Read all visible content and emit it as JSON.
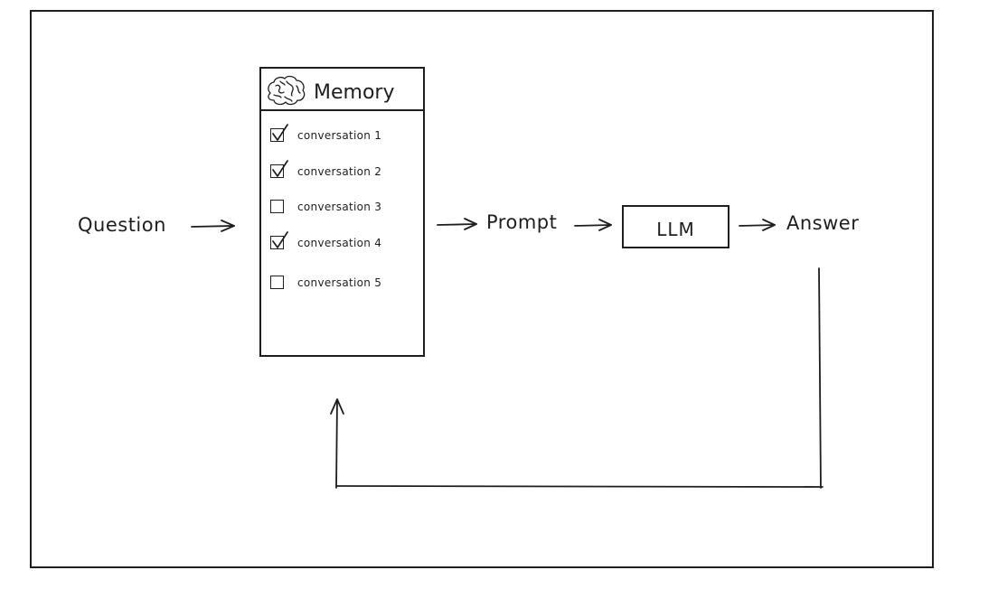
{
  "memory": {
    "title": "Memory",
    "conversations": [
      {
        "label": "conversation 1",
        "checked": true
      },
      {
        "label": "conversation 2",
        "checked": true
      },
      {
        "label": "conversation 3",
        "checked": false
      },
      {
        "label": "conversation 4",
        "checked": true
      },
      {
        "label": "conversation 5",
        "checked": false
      }
    ]
  },
  "flow": {
    "question": "Question",
    "prompt": "Prompt",
    "llm": "LLM",
    "answer": "Answer"
  },
  "icons": {
    "memory_icon": "brain-icon",
    "checked_icon": "check-icon"
  },
  "colors": {
    "stroke": "#1e1e1e",
    "background": "#ffffff"
  }
}
